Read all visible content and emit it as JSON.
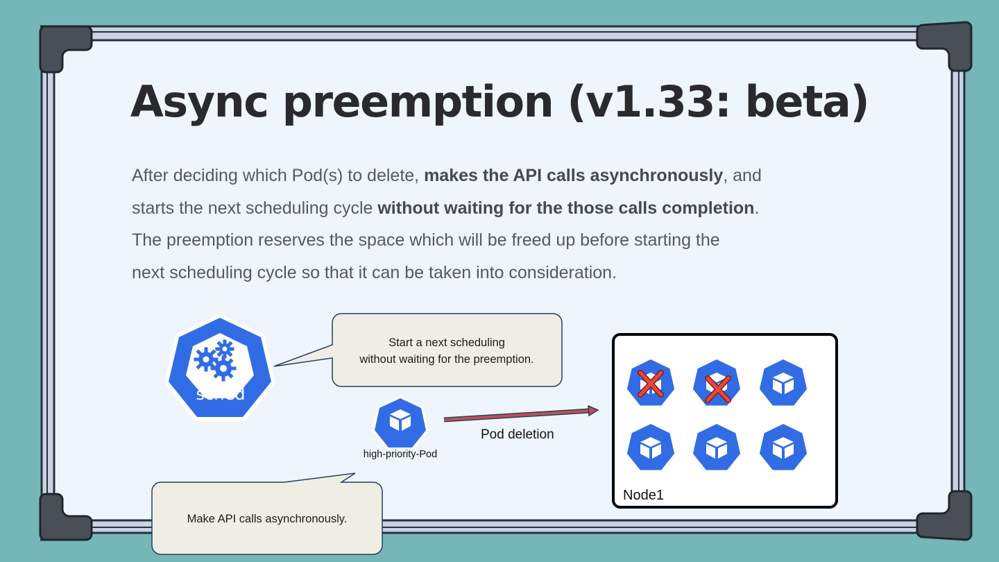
{
  "title": "Async preemption (v1.33: beta)",
  "paragraph": {
    "l1_a": "After deciding which Pod(s) to delete, ",
    "l1_b": "makes the API calls asynchronously",
    "l1_c": ", and",
    "l2_a": "starts the next scheduling cycle ",
    "l2_b": "without waiting for the those calls completion",
    "l2_c": ".",
    "l3": "The preemption reserves the space which will be freed up before starting the",
    "l4": "next scheduling cycle so that it can be taken into consideration."
  },
  "scheduler": {
    "label": "sched"
  },
  "bubbles": {
    "next_line1": "Start a next scheduling",
    "next_line2": "without waiting for the preemption.",
    "api": "Make API calls asynchronously."
  },
  "pod": {
    "label": "high-priority-Pod"
  },
  "arrow": {
    "label": "Pod deletion"
  },
  "node": {
    "label": "Node1"
  },
  "colors": {
    "background": "#74b7b6",
    "board": "#eff5fd",
    "k8s_blue": "#326ce5",
    "bubble": "#efeee4",
    "arrow": "#c0504d"
  }
}
